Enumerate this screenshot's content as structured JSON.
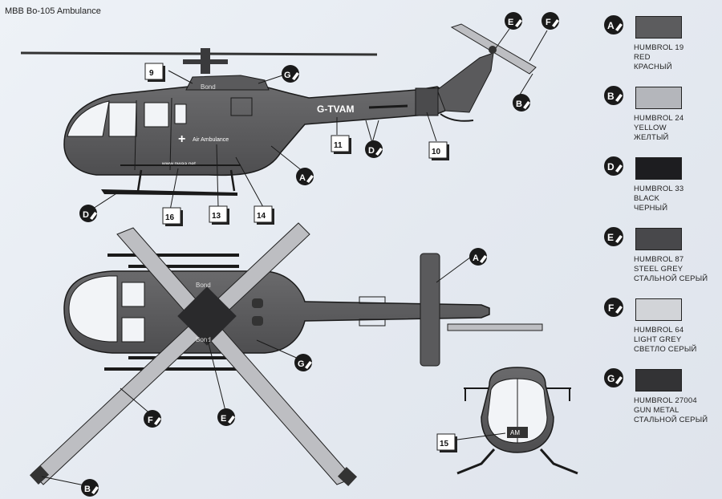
{
  "title": "MBB Bo-105 Ambulance",
  "legend": [
    {
      "letter": "A",
      "humbrol": "HUMBROL 19",
      "en": "RED",
      "ru": "КРАСНЫЙ",
      "color": "#5c5c5e"
    },
    {
      "letter": "B",
      "humbrol": "HUMBROL 24",
      "en": "YELLOW",
      "ru": "ЖЕЛТЫЙ",
      "color": "#b4b6bb"
    },
    {
      "letter": "D",
      "humbrol": "HUMBROL 33",
      "en": "BLACK",
      "ru": "ЧЕРНЫЙ",
      "color": "#1d1d20"
    },
    {
      "letter": "E",
      "humbrol": "HUMBROL 87",
      "en": "STEEL GREY",
      "ru": "СТАЛЬНОЙ СЕРЫЙ",
      "color": "#48484b"
    },
    {
      "letter": "F",
      "humbrol": "HUMBROL 64",
      "en": "LIGHT GREY",
      "ru": "СВЕТЛО СЕРЫЙ",
      "color": "#d2d4d8"
    },
    {
      "letter": "G",
      "humbrol": "HUMBROL 27004",
      "en": "GUN METAL",
      "ru": "СТАЛЬНОЙ СЕРЫЙ",
      "color": "#333335"
    }
  ],
  "decal_numbers": [
    "9",
    "10",
    "11",
    "13",
    "14",
    "15",
    "16"
  ],
  "side_view": {
    "registration": "G-TVAM",
    "bond": "Bond",
    "air_ambulance": "Air Ambulance",
    "website": "www.nwaa.net",
    "cross": "+"
  },
  "top_view": {
    "bond_front": "Bond",
    "bond_rear": "Bond"
  },
  "front_view": {
    "nose_code": "AM"
  },
  "callouts": [
    "A",
    "B",
    "D",
    "E",
    "F",
    "G"
  ]
}
